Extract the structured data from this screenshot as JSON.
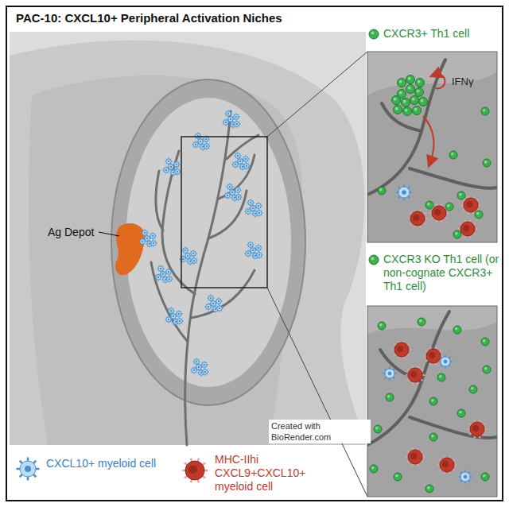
{
  "diagram": {
    "title": "PAC-10: CXCL10+ Peripheral Activation Niches",
    "labels": [
      "Ag Depot",
      "IFNγ",
      "Created with BioRender.com"
    ],
    "legend": [
      {
        "text": "CXCR3+ Th1 cell"
      },
      {
        "text": "CXCR3 KO Th1 cell (or non-cognate CXCR3+ Th1 cell)"
      },
      {
        "text": "CXCL10+ myeloid cell"
      },
      {
        "text": "MHC-IIhi CXCL9+CXCL10+ myeloid cell"
      }
    ]
  }
}
